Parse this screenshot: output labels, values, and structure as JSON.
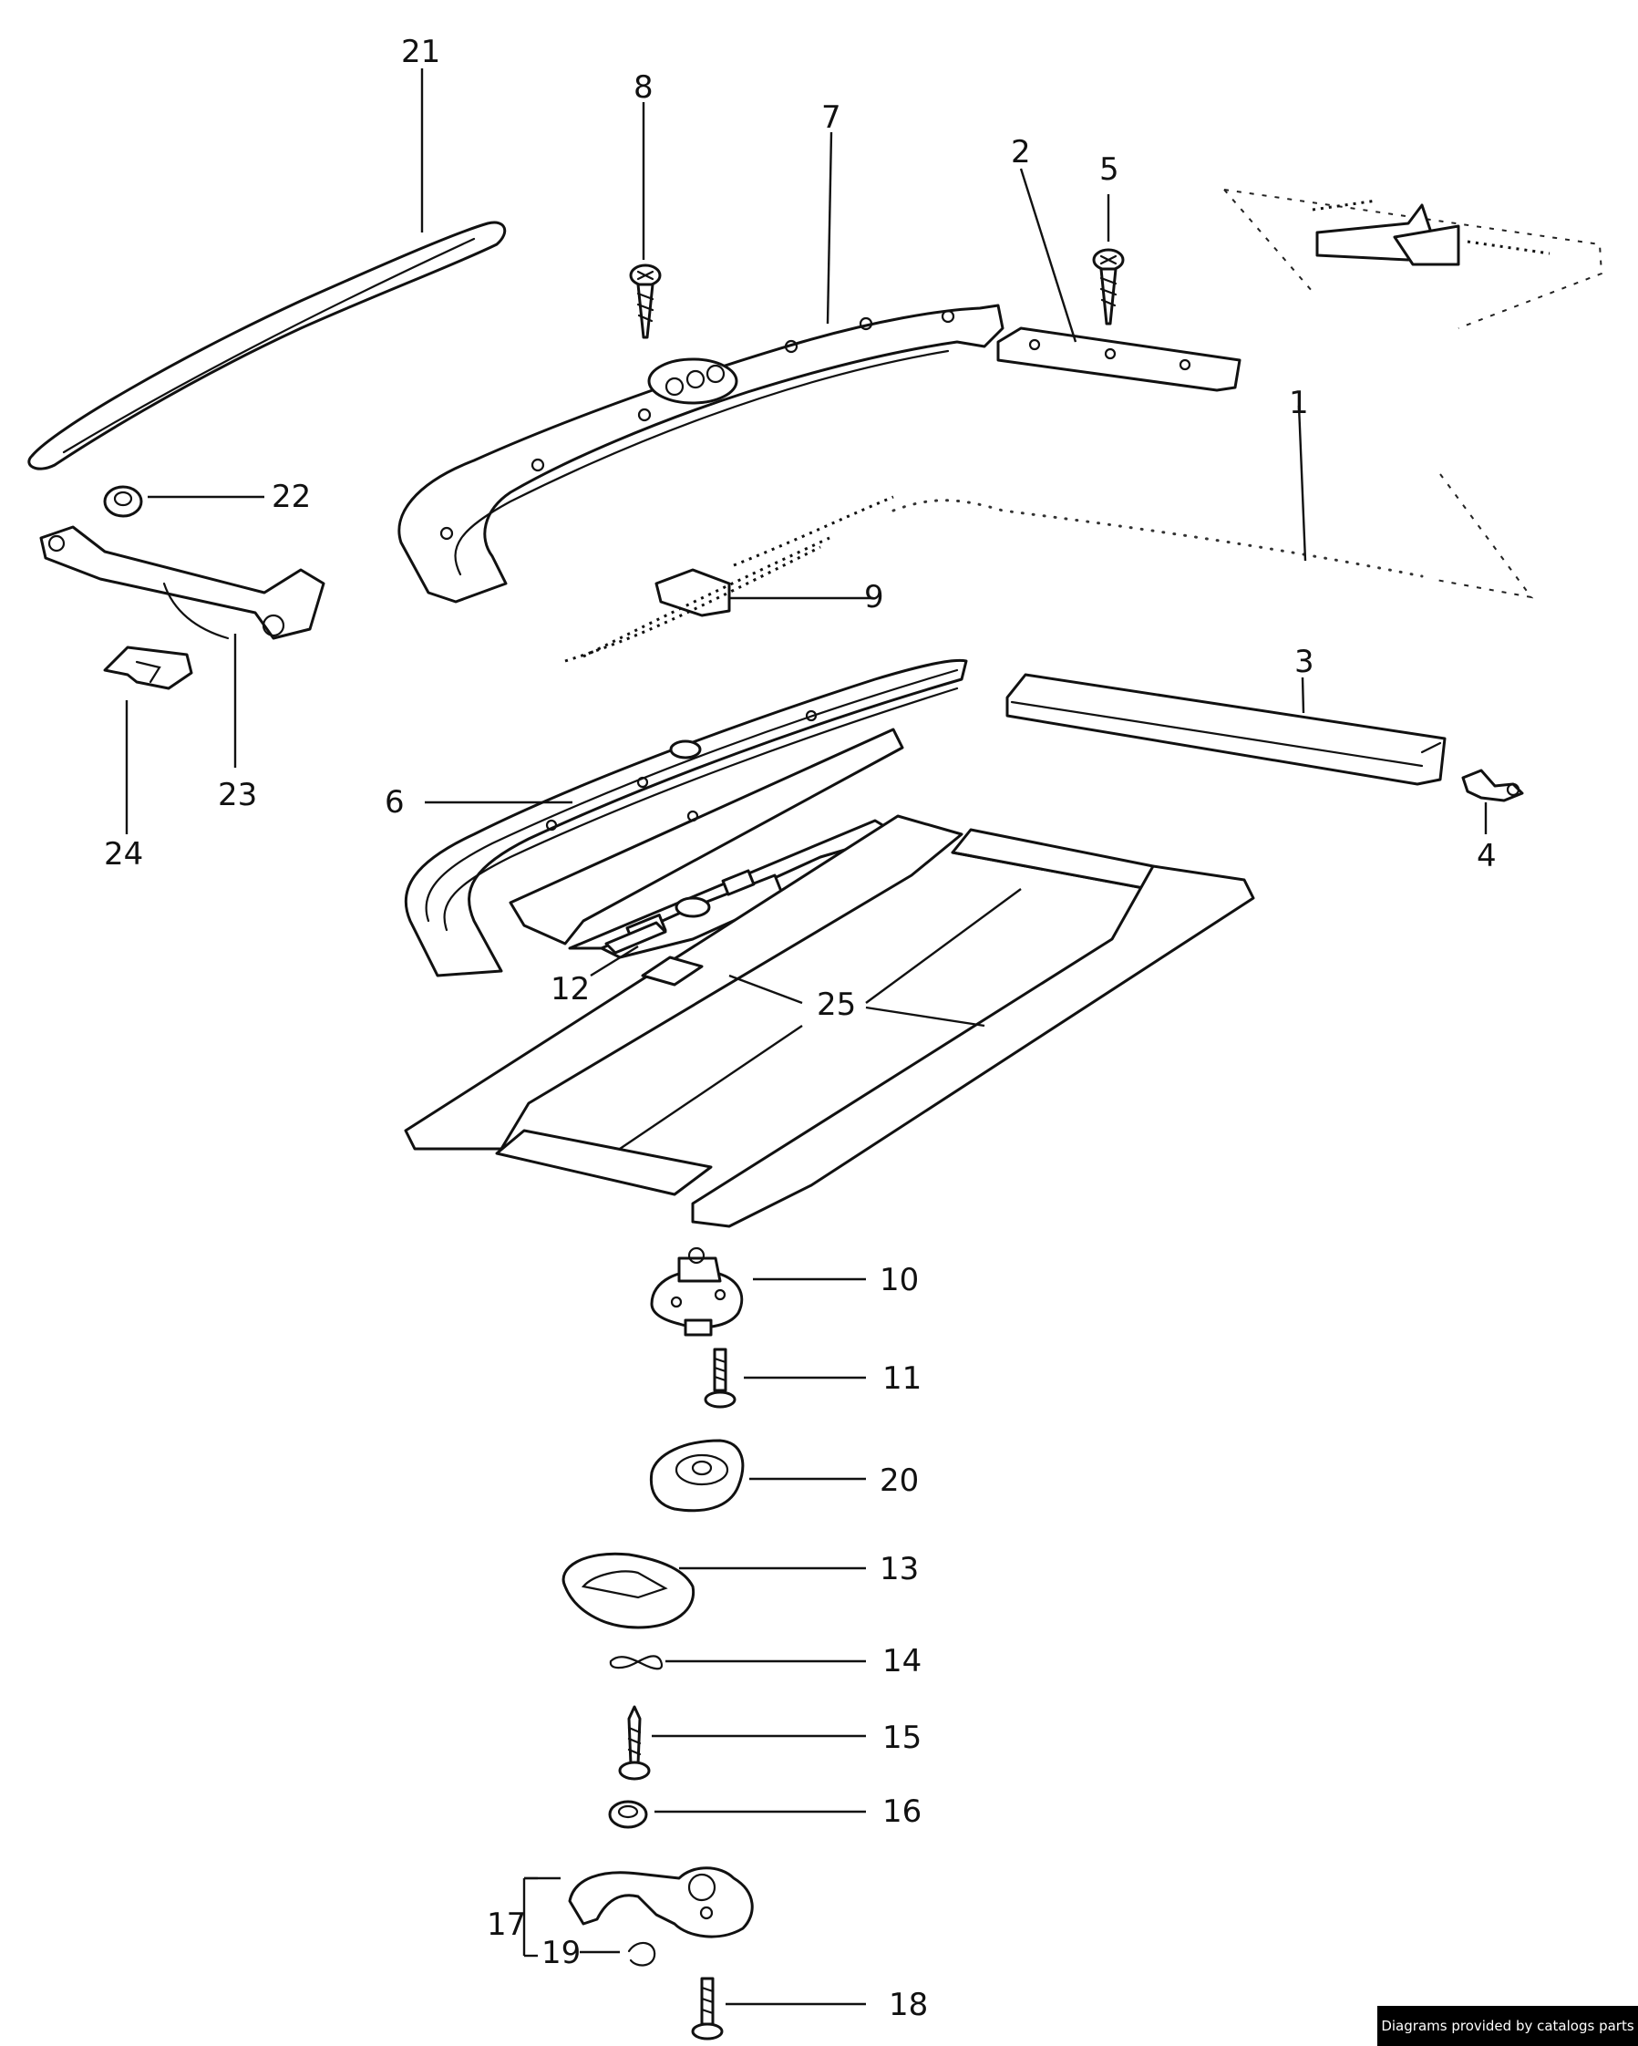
{
  "callouts": [
    "21",
    "8",
    "7",
    "2",
    "5",
    "1",
    "22",
    "9",
    "3",
    "23",
    "24",
    "6",
    "4",
    "12",
    "25",
    "10",
    "11",
    "20",
    "13",
    "14",
    "15",
    "16",
    "17",
    "19",
    "18"
  ],
  "credit": "Diagrams provided by catalogs parts"
}
